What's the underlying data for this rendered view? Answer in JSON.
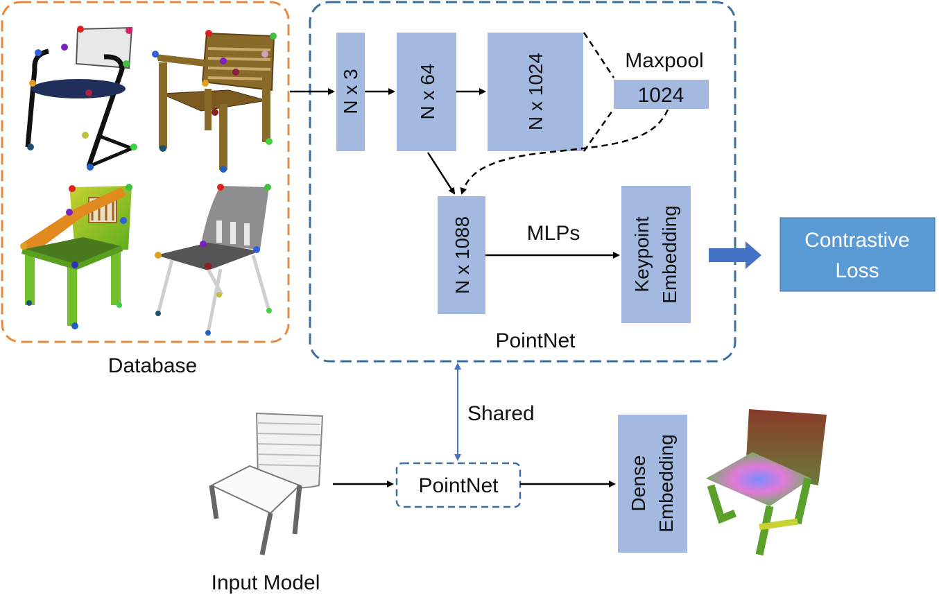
{
  "database": {
    "label": "Database",
    "frame_color": "#e8883c"
  },
  "pointnet_main": {
    "label": "PointNet",
    "frame_color": "#3a6fa3",
    "blocks": {
      "n3": "N x 3",
      "n64": "N x 64",
      "n1024": "N x 1024",
      "maxpool_label": "Maxpool",
      "maxpool_value": "1024",
      "n1088": "N x 1088",
      "mlps": "MLPs",
      "keypoint_line1": "Keypoint",
      "keypoint_line2": "Embedding"
    },
    "block_color": "#a3b9e0"
  },
  "contrastive": {
    "line1": "Contrastive",
    "line2": "Loss",
    "color": "#5b9bd5"
  },
  "shared_label": "Shared",
  "pointnet_small_label": "PointNet",
  "dense": {
    "line1": "Dense",
    "line2": "Embedding"
  },
  "input_model_label": "Input Model"
}
